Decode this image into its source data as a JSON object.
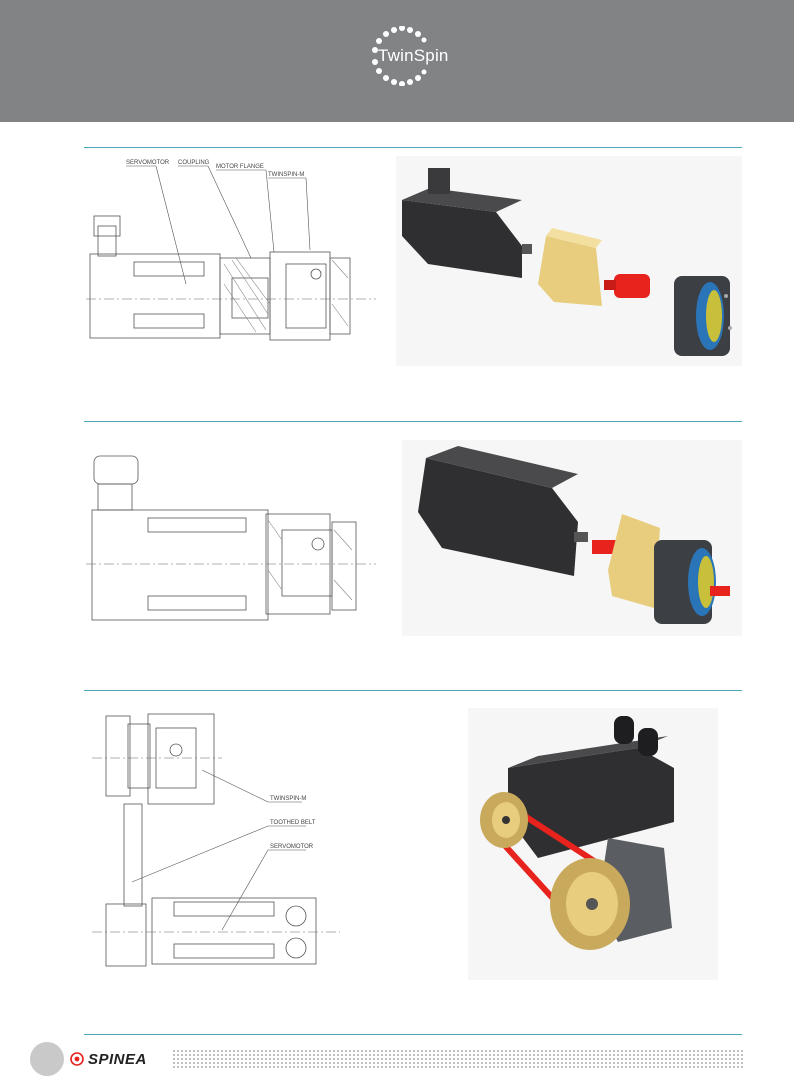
{
  "header": {
    "logo_text": "TwinSpin"
  },
  "section1": {
    "labels": {
      "servomotor": "SERVOMOTOR",
      "coupling": "COUPLING",
      "motor_flange": "MOTOR FLANGE",
      "twinspin_m": "TWINSPIN-M"
    }
  },
  "section3": {
    "labels": {
      "twinspin_m": "TWINSPIN-M",
      "toothed_belt": "TOOTHED BELT",
      "servomotor": "SERVOMOTOR"
    }
  },
  "footer": {
    "brand": "SPINEA"
  },
  "colors": {
    "header": "#828385",
    "rule": "#4aa8b7",
    "red": "#e8221c",
    "gold": "#e8cd7f",
    "motor": "#2f2f31"
  }
}
